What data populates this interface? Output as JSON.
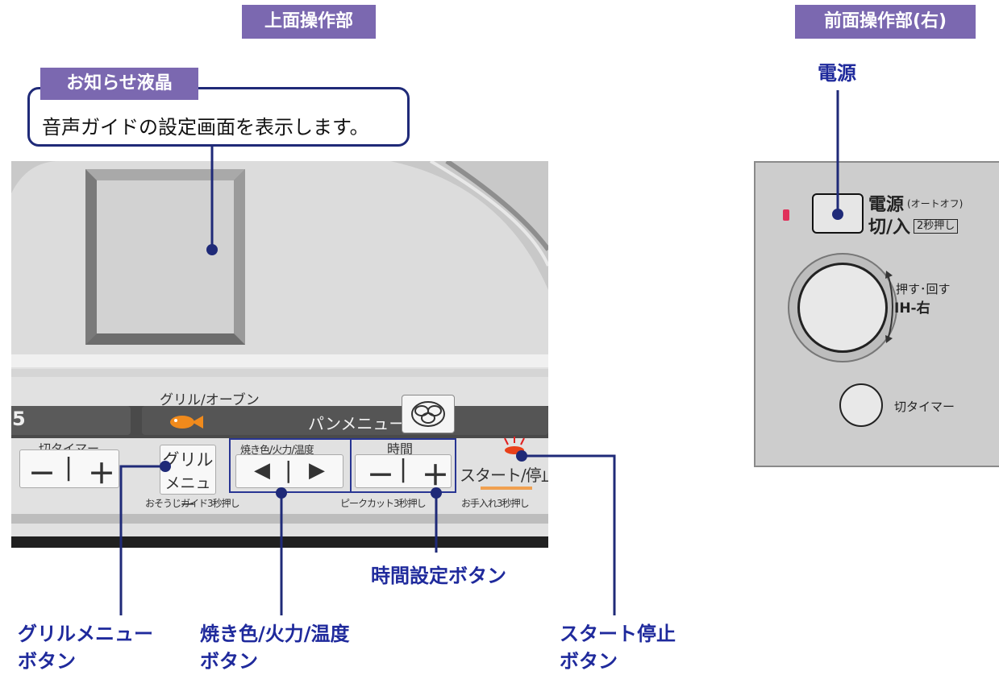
{
  "headers": {
    "top_panel": "上面操作部",
    "front_panel": "前面操作部(右)"
  },
  "callout": {
    "tag": "お知らせ液晶",
    "text": "音声ガイドの設定画面を表示します。"
  },
  "top_panel": {
    "zone_number": "5",
    "grill_oven_label": "グリル/オーブン",
    "pan_menu_label": "パンメニュー",
    "off_timer": {
      "label": "切タイマー",
      "minus": "－",
      "divider": "|",
      "plus": "＋"
    },
    "grill_menu": {
      "line1": "グリル",
      "line2": "メニュー",
      "sub": "おそうじガイド3秒押し"
    },
    "browning": {
      "label": "焼き色/火力/温度",
      "left": "◀",
      "divider": "|",
      "right": "▶"
    },
    "time": {
      "label": "時間",
      "minus": "－",
      "divider": "|",
      "plus": "＋",
      "sub": "ピークカット3秒押し"
    },
    "start": {
      "label": "スタート/停止",
      "sub": "お手入れ3秒押し"
    }
  },
  "callouts": {
    "grill_menu": [
      "グリルメニュー",
      "ボタン"
    ],
    "browning": [
      "焼き色/火力/温度",
      "ボタン"
    ],
    "time": "時間設定ボタン",
    "start": [
      "スタート停止",
      "ボタン"
    ],
    "power": "電源"
  },
  "front_panel": {
    "power_label": "電源",
    "power_note": "(オートオフ)",
    "power_onoff": "切/入",
    "power_hold": "2秒押し",
    "knob_label": "押す･回す",
    "knob_target": "IH-右",
    "off_timer": "切タイマー"
  },
  "colors": {
    "accent_purple": "#7b68b0",
    "callout_navy": "#1f2a78",
    "label_blue": "#1f2a9c",
    "fish_orange": "#f08a1c",
    "indicator_red": "#e0305a"
  }
}
